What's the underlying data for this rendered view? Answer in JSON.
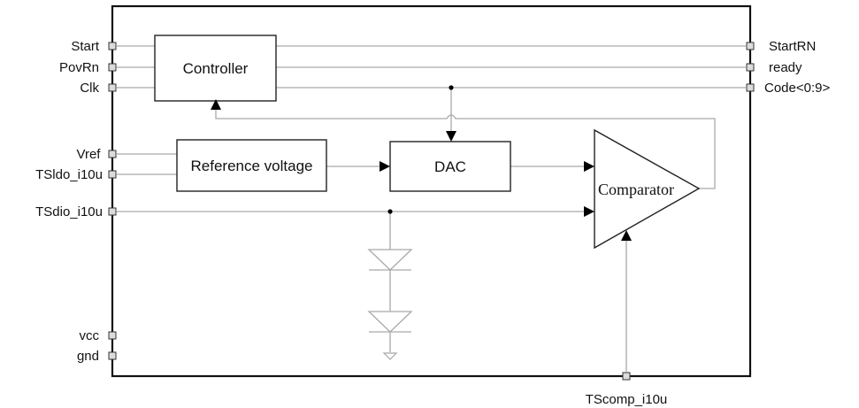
{
  "diagram": {
    "title": "Temperature sensor block diagram",
    "blocks": {
      "controller": "Controller",
      "reference_voltage": "Reference voltage",
      "dac": "DAC",
      "comparator": "Comparator"
    },
    "left_ports": [
      "Start",
      "PovRn",
      "Clk",
      "Vref",
      "TSldo_i10u",
      "TSdio_i10u",
      "vcc",
      "gnd"
    ],
    "right_ports": [
      "StartRN",
      "ready",
      "Code<0:9>"
    ],
    "bottom_ports": [
      "TScomp_i10u"
    ],
    "components": [
      "diode-1",
      "diode-2",
      "ground"
    ]
  }
}
